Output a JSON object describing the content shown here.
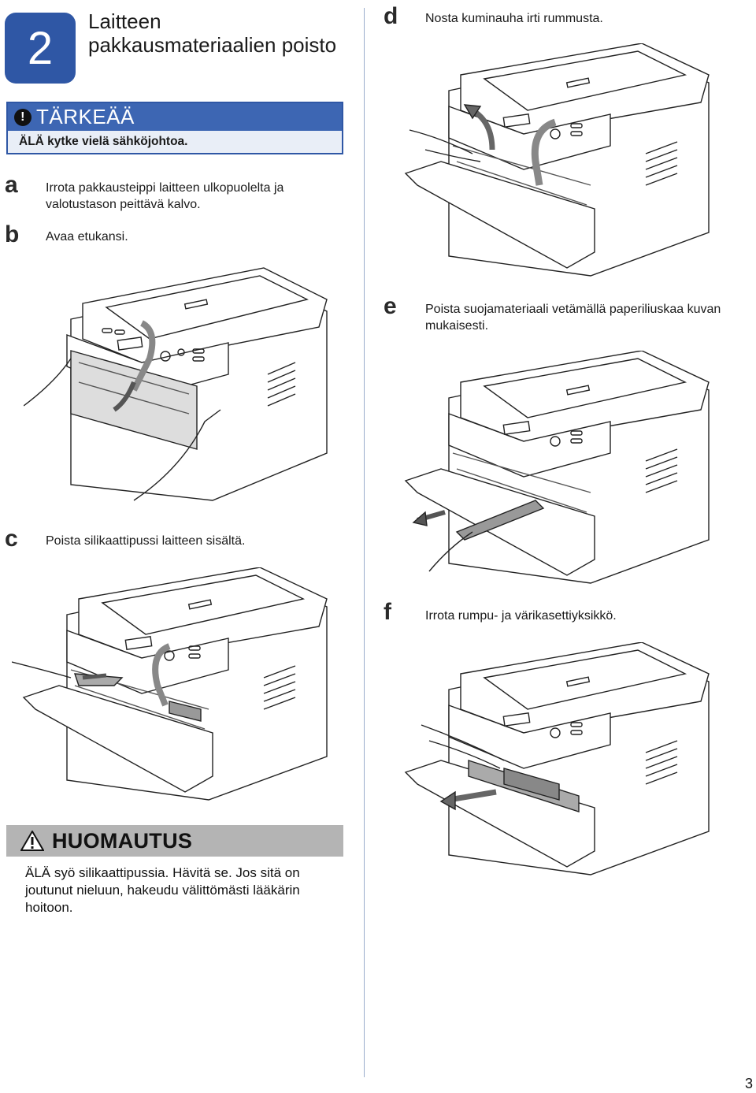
{
  "header": {
    "step_number": "2",
    "title": "Laitteen pakkausmateriaalien poisto"
  },
  "important": {
    "heading": "TÄRKEÄÄ",
    "text": "ÄLÄ kytke vielä sähköjohtoa.",
    "icon": "exclamation-icon"
  },
  "steps": {
    "a": {
      "letter": "a",
      "text": "Irrota pakkausteippi laitteen ulkopuolelta ja valotustason peittävä kalvo."
    },
    "b": {
      "letter": "b",
      "text": "Avaa etukansi."
    },
    "c": {
      "letter": "c",
      "text": "Poista silikaattipussi laitteen sisältä."
    },
    "d": {
      "letter": "d",
      "text": "Nosta kuminauha irti rummusta."
    },
    "e": {
      "letter": "e",
      "text": "Poista suojamateriaali vetämällä paperiliuskaa kuvan mukaisesti."
    },
    "f": {
      "letter": "f",
      "text": "Irrota rumpu- ja värikasettiyksikkö."
    }
  },
  "caution": {
    "heading": "HUOMAUTUS",
    "icon": "warning-triangle-icon",
    "text": "ÄLÄ syö silikaattipussia. Hävitä se. Jos sitä on joutunut nieluun, hakeudu välittömästi lääkärin hoitoon."
  },
  "page_number": "3",
  "colors": {
    "accent_blue": "#2f57a5",
    "header_blue": "#3d66b3",
    "caution_gray": "#b4b4b4",
    "divider": "#9aaccc"
  }
}
